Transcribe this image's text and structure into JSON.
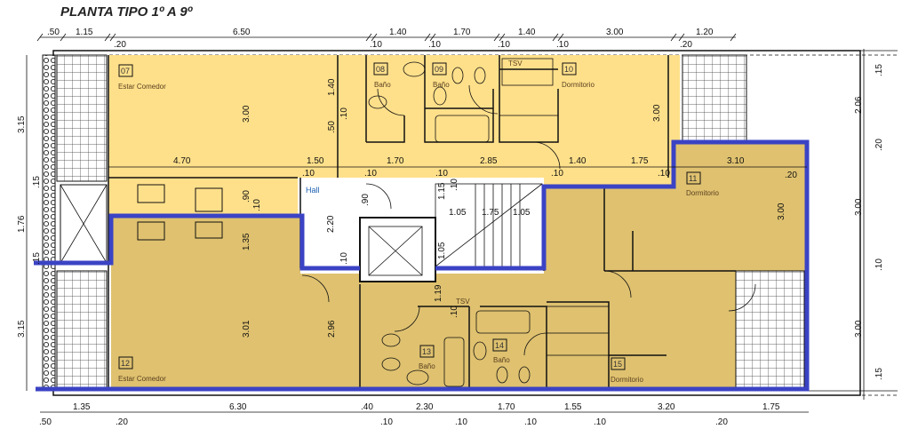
{
  "title": "PLANTA TIPO 1º A 9º",
  "colors": {
    "unit_top": "#FFE08A",
    "unit_bottom": "#DFC16F",
    "boundary": "#3B43C4",
    "common": "#FFFFFF"
  },
  "rooms": [
    {
      "num": "07",
      "name": "Estar Comedor"
    },
    {
      "num": "08",
      "name": "Baño"
    },
    {
      "num": "09",
      "name": "Baño"
    },
    {
      "num": "10",
      "name": "Dormitorio"
    },
    {
      "num": "11",
      "name": "Dormitorio"
    },
    {
      "num": "12",
      "name": "Estar Comedor"
    },
    {
      "num": "13",
      "name": "Baño"
    },
    {
      "num": "14",
      "name": "Baño"
    },
    {
      "num": "15",
      "name": "Dormitorio"
    }
  ],
  "hall": "Hall",
  "tsv": "TSV",
  "top_dims": [
    ".50",
    "1.15",
    ".20",
    "6.50",
    ".10",
    "1.40",
    ".10",
    "1.70",
    ".10",
    "1.40",
    ".10",
    "3.00",
    ".20",
    "1.20"
  ],
  "bottom_dims": [
    ".50",
    "1.35",
    ".20",
    "6.30",
    ".40",
    ".10",
    "2.30",
    ".10",
    "1.70",
    ".10",
    "1.55",
    ".10",
    "3.20",
    ".20",
    "1.75"
  ],
  "left_dims": [
    "3.15",
    ".15",
    "1.76",
    ".15",
    "3.15"
  ],
  "right_dims": [
    ".15",
    "2.06",
    ".20",
    "3.00",
    ".10",
    "3.00",
    ".15"
  ],
  "inner_dims": [
    "4.70",
    "1.50",
    ".10",
    "1.70",
    ".10",
    "2.85",
    ".10",
    "1.40",
    ".10",
    "1.75",
    ".10",
    "3.10",
    ".20",
    "3.00",
    "1.40",
    ".50",
    ".10",
    "3.00",
    ".90",
    ".10",
    "2.20",
    ".90",
    ".10",
    "1.15",
    ".10",
    "1.05",
    "1.75",
    "1.05",
    "1.05",
    "1.35",
    "3.01",
    "2.96",
    "1.19",
    ".10",
    "3.00"
  ]
}
